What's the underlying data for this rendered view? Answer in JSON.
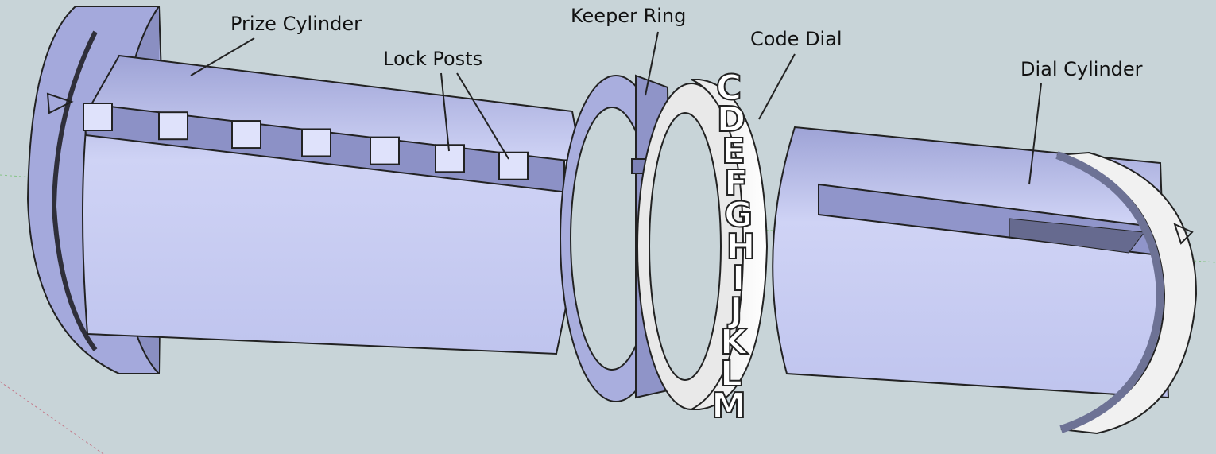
{
  "labels": {
    "prize_cylinder": "Prize Cylinder",
    "lock_posts": "Lock Posts",
    "keeper_ring": "Keeper Ring",
    "code_dial": "Code Dial",
    "dial_cylinder": "Dial Cylinder"
  },
  "dial_letters": [
    "C",
    "D",
    "E",
    "F",
    "G",
    "H",
    "I",
    "J",
    "K",
    "L",
    "M"
  ],
  "colors": {
    "background": "#c8d4d8",
    "cylinder_light": "#c7cbef",
    "cylinder_mid": "#a9aedd",
    "cylinder_dark": "#7f84b5",
    "ring": "#aeb2e0",
    "dial": "#f4f4f4",
    "outline": "#222222"
  }
}
